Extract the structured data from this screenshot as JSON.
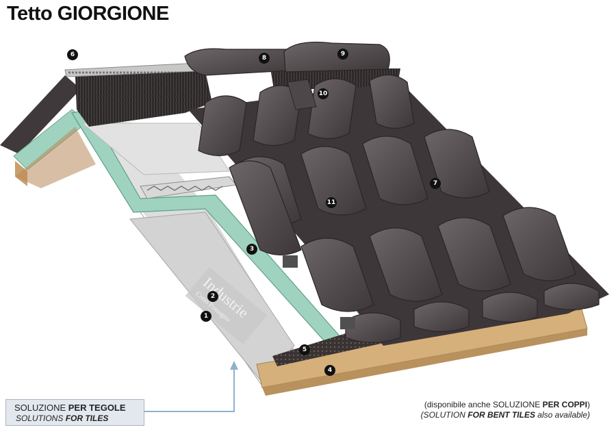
{
  "title": "Tetto GIORGIONE",
  "callouts": [
    "1",
    "2",
    "3",
    "4",
    "5",
    "6",
    "7",
    "8",
    "9",
    "10",
    "11"
  ],
  "watermark": {
    "brand": "Industrie",
    "sub": "Cotto Possagno"
  },
  "solution_box": {
    "line1_normal": "SOLUZIONE ",
    "line1_bold": "PER TEGOLE",
    "line2_normal": "SOLUTIONS ",
    "line2_bold": "FOR TILES"
  },
  "availability_note": {
    "line1_pre": "(disponibile anche SOLUZIONE ",
    "line1_bold": "PER COPPI",
    "line1_post": ")",
    "line2_pre": "(SOLUTION ",
    "line2_bold": "FOR BENT TILES",
    "line2_post": " also available)"
  },
  "colors": {
    "tile": "#4a4446",
    "tile_highlight": "#6b6466",
    "insulation": "#9fd3c0",
    "panel": "#dcdcdc",
    "wood": "#d6b07a",
    "mesh": "#2a2424",
    "arrow": "#8fb1cc"
  }
}
